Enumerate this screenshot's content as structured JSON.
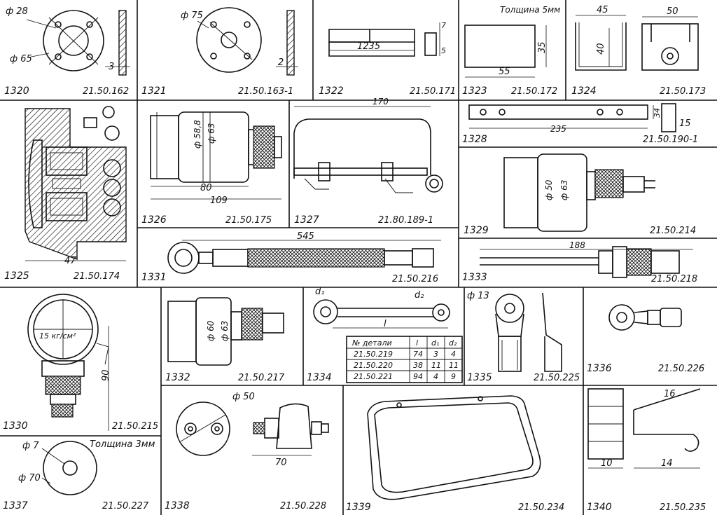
{
  "parts": [
    {
      "num": "1320",
      "code": "21.50.162",
      "dims": [
        "ф 28",
        "ф 65",
        "3"
      ]
    },
    {
      "num": "1321",
      "code": "21.50.163-1",
      "dims": [
        "ф 75",
        "2"
      ]
    },
    {
      "num": "1322",
      "code": "21.50.171",
      "dims": [
        "1235",
        "7",
        "5"
      ]
    },
    {
      "num": "1323",
      "code": "21.50.172",
      "note": "Толщина 5мм",
      "dims": [
        "35",
        "55"
      ]
    },
    {
      "num": "1324",
      "code": "21.50.173",
      "dims": [
        "45",
        "50",
        "40"
      ]
    },
    {
      "num": "1325",
      "code": "21.50.174",
      "dims": [
        "47"
      ]
    },
    {
      "num": "1326",
      "code": "21.50.175",
      "dims": [
        "ф 58,8",
        "ф 63",
        "80",
        "109"
      ]
    },
    {
      "num": "1327",
      "code": "21.80.189-1",
      "dims": [
        "170"
      ]
    },
    {
      "num": "1328",
      "code": "21.50.190-1",
      "dims": [
        "235",
        "34",
        "15"
      ]
    },
    {
      "num": "1329",
      "code": "21.50.214",
      "dims": [
        "ф 50",
        "ф 63"
      ]
    },
    {
      "num": "1330",
      "code": "21.50.215",
      "gauge_label": "15 кг/см²",
      "dims": [
        "90"
      ]
    },
    {
      "num": "1331",
      "code": "21.50.216",
      "dims": [
        "545"
      ]
    },
    {
      "num": "1332",
      "code": "21.50.217",
      "dims": [
        "ф 60",
        "ф 63"
      ]
    },
    {
      "num": "1333",
      "code": "21.50.218",
      "dims": [
        "188"
      ]
    },
    {
      "num": "1334",
      "code": "",
      "dims": [
        "d₁",
        "d₂",
        "l"
      ]
    },
    {
      "num": "1335",
      "code": "21.50.225",
      "dims": [
        "ф 13"
      ]
    },
    {
      "num": "1336",
      "code": "21.50.226",
      "dims": []
    },
    {
      "num": "1337",
      "code": "21.50.227",
      "note": "Толщина 3мм",
      "dims": [
        "ф 7",
        "ф 70"
      ]
    },
    {
      "num": "1338",
      "code": "21.50.228",
      "dims": [
        "ф 50",
        "70"
      ]
    },
    {
      "num": "1339",
      "code": "21.50.234",
      "dims": []
    },
    {
      "num": "1340",
      "code": "21.50.235",
      "dims": [
        "16",
        "10",
        "14"
      ]
    }
  ],
  "table_1334": {
    "headers": [
      "№ детали",
      "l",
      "d₁",
      "d₂"
    ],
    "rows": [
      [
        "21.50.219",
        "74",
        "3",
        "4"
      ],
      [
        "21.50.220",
        "38",
        "11",
        "11"
      ],
      [
        "21.50.221",
        "94",
        "4",
        "9"
      ]
    ]
  }
}
